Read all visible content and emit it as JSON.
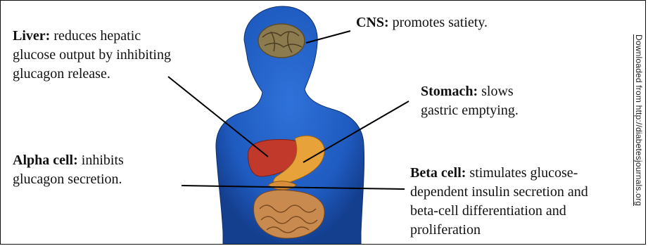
{
  "labels": {
    "liver": {
      "organ": "Liver:",
      "text_lines": [
        "reduces hepatic",
        "glucose output by inhibiting",
        "glucagon release."
      ]
    },
    "cns": {
      "organ": "CNS:",
      "text": "promotes satiety."
    },
    "stomach": {
      "organ": "Stomach:",
      "text_lines": [
        "slows",
        "gastric emptying."
      ]
    },
    "alpha_cell": {
      "organ": "Alpha cell:",
      "text_lines": [
        "inhibits",
        "glucagon secretion."
      ]
    },
    "beta_cell": {
      "organ": "Beta cell:",
      "text_lines": [
        "stimulates glucose-",
        "dependent insulin secretion and",
        "beta-cell differentiation and",
        "proliferation"
      ]
    }
  },
  "side_note": "Downloaded from http://diabetesjournals.org",
  "colors": {
    "body": "#1f5bc0",
    "body_dark": "#143f8f",
    "liver": "#c0392b",
    "stomach": "#e8a23a",
    "intestine": "#c98a4f",
    "brain": "#8d7b50"
  }
}
